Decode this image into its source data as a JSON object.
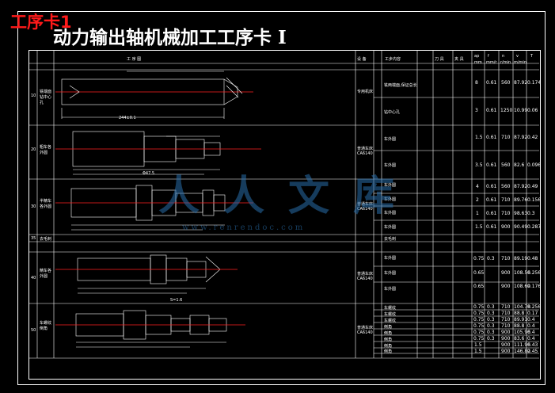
{
  "red_label": "工序卡1",
  "title": "动力输出轴机械加工工序卡 Ⅰ",
  "header": {
    "col_process": "工 序 图",
    "col_equipment": "设 备",
    "col_step": "工步内容",
    "col_tool": "刀 具",
    "col_fixture": "夹 具",
    "col_ap": "ap",
    "col_f": "f",
    "col_n": "n",
    "col_v": "v",
    "col_t": "T",
    "col_unit1": "mm",
    "col_unit2": "mm/r",
    "col_unit3": "r/min",
    "col_unit4": "m/min"
  },
  "rows": [
    {
      "no": "10",
      "name": "铣端面钻中心孔",
      "equip": "专用机床",
      "steps": [
        "铣两端面,保证总长",
        "钻中心孔"
      ],
      "ap": [
        "8",
        "3"
      ],
      "f": [
        "0.61",
        "0.61"
      ],
      "n": [
        "560",
        "1250"
      ],
      "v": [
        "87.92",
        "10.99"
      ],
      "t": [
        "0.174",
        "0.06"
      ]
    },
    {
      "no": "20",
      "name": "粗车各外圆",
      "equip": "普通车床 CA6140",
      "steps": [
        "车外圆",
        "车外圆"
      ],
      "ap": [
        "1.5",
        "3.5"
      ],
      "f": [
        "0.61",
        "0.61"
      ],
      "n": [
        "710",
        "560"
      ],
      "v": [
        "87.92",
        "82.6"
      ],
      "t": [
        "0.42",
        "0.096"
      ]
    },
    {
      "no": "30",
      "name": "半精车各外圆",
      "equip": "普通车床 CA6140",
      "steps": [
        "车外圆",
        "车外圆",
        "车外圆",
        "车外圆"
      ],
      "ap": [
        "4",
        "2",
        "1",
        "1.5"
      ],
      "f": [
        "0.61",
        "0.61",
        "0.61",
        "0.61"
      ],
      "n": [
        "560",
        "710",
        "710",
        "900"
      ],
      "v": [
        "87.92",
        "89.76",
        "98.63",
        "90.49"
      ],
      "t": [
        "0.49",
        "0.156",
        "0.3",
        "0.287"
      ]
    },
    {
      "no": "35",
      "name": "去毛刺",
      "equip": "",
      "steps": [
        "去毛刺"
      ],
      "ap": [
        ""
      ],
      "f": [
        ""
      ],
      "n": [
        ""
      ],
      "v": [
        ""
      ],
      "t": [
        ""
      ]
    },
    {
      "no": "40",
      "name": "精车各外圆",
      "equip": "普通车床 CA6140",
      "steps": [
        "车外圆",
        "车外圆",
        "车外圆"
      ],
      "ap": [
        "0.75",
        "0.65",
        "0.65"
      ],
      "f": [
        "0.3",
        "",
        ""
      ],
      "n": [
        "710",
        "900",
        "900"
      ],
      "v": [
        "89.19",
        "108.56",
        "108.69"
      ],
      "t": [
        "0.48",
        "0.256",
        "0.176"
      ]
    },
    {
      "no": "50",
      "name": "车螺纹倒角",
      "equip": "普通车床 CA6140",
      "steps": [
        "车螺纹",
        "车螺纹",
        "车螺纹",
        "倒角",
        "倒角",
        "倒角",
        "倒角",
        "倒角"
      ],
      "ap": [
        "0.75",
        "0.75",
        "0.75",
        "0.75",
        "0.75",
        "0.75",
        "1.5",
        "1.5"
      ],
      "f": [
        "0.3",
        "0.3",
        "0.3",
        "0.3",
        "0.3",
        "0.3",
        "",
        ""
      ],
      "n": [
        "710",
        "710",
        "710",
        "710",
        "900",
        "900",
        "900",
        "900"
      ],
      "v": [
        "104.78",
        "88.8",
        "89.91",
        "88.8",
        "105.96",
        "83.6",
        "111.96",
        "146.82"
      ],
      "t": [
        "0.256",
        "0.17",
        "0.4",
        "0.4",
        "0.4",
        "0.4",
        "0.43",
        "0.45"
      ]
    }
  ],
  "drawing_notes": {
    "r10_total": "244±0.1",
    "r20_dim": "Φ47.5",
    "r50_len": "S=1.6"
  },
  "watermark": {
    "text": "人人文库",
    "url": "www.renrendoc.com"
  }
}
